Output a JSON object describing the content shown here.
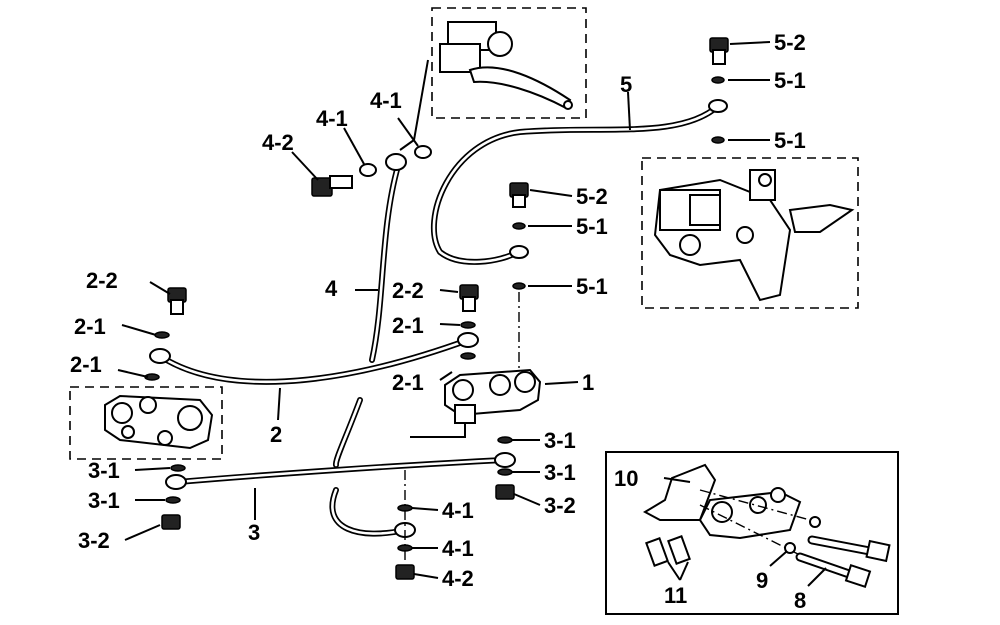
{
  "callouts": {
    "c1": "1",
    "c2": "2",
    "c2_1a": "2-1",
    "c2_1b": "2-1",
    "c2_1c": "2-1",
    "c2_1d": "2-1",
    "c2_2a": "2-2",
    "c2_2b": "2-2",
    "c3": "3",
    "c3_1a": "3-1",
    "c3_1b": "3-1",
    "c3_1c": "3-1",
    "c3_1d": "3-1",
    "c3_2a": "3-2",
    "c3_2b": "3-2",
    "c4": "4",
    "c4_1a": "4-1",
    "c4_1b": "4-1",
    "c4_1c": "4-1",
    "c4_1d": "4-1",
    "c4_2a": "4-2",
    "c4_2b": "4-2",
    "c5": "5",
    "c5_1a": "5-1",
    "c5_1b": "5-1",
    "c5_1c": "5-1",
    "c5_1d": "5-1",
    "c5_2a": "5-2",
    "c5_2b": "5-2",
    "c8": "8",
    "c9": "9",
    "c10": "10",
    "c11": "11"
  }
}
